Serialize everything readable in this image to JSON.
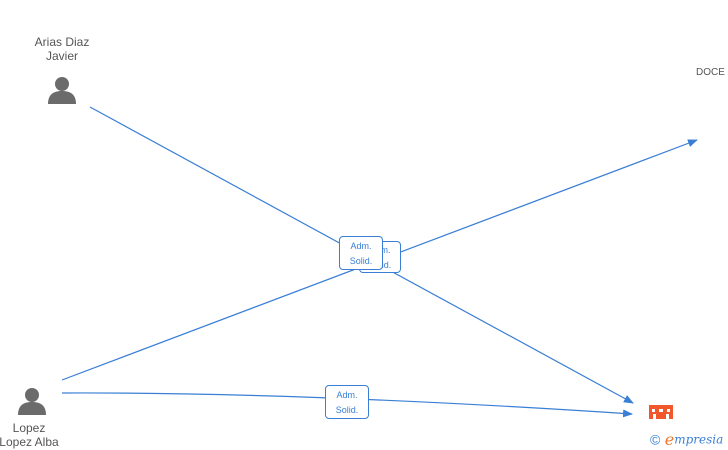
{
  "nodes": {
    "person_arias": {
      "line1": "Arias Diaz",
      "line2": "Javier"
    },
    "person_lopez": {
      "line1": "Lopez",
      "line2": "Lopez Alba"
    },
    "company_doce": {
      "label": "DOCE"
    },
    "company_bottom": {
      "label": ""
    }
  },
  "edges": {
    "label_back": {
      "line1": "Adm.",
      "line2": "Solid."
    },
    "label_front": {
      "line1": "Adm.",
      "line2": "Solid."
    },
    "label_bottom": {
      "line1": "Adm.",
      "line2": "Solid."
    }
  },
  "brand": {
    "copyright": "©",
    "e": "e",
    "rest": "mpresia"
  },
  "colors": {
    "edge": "#3a7fd5",
    "person_icon": "#6b6b6b",
    "company_icon": "#f0572b"
  }
}
